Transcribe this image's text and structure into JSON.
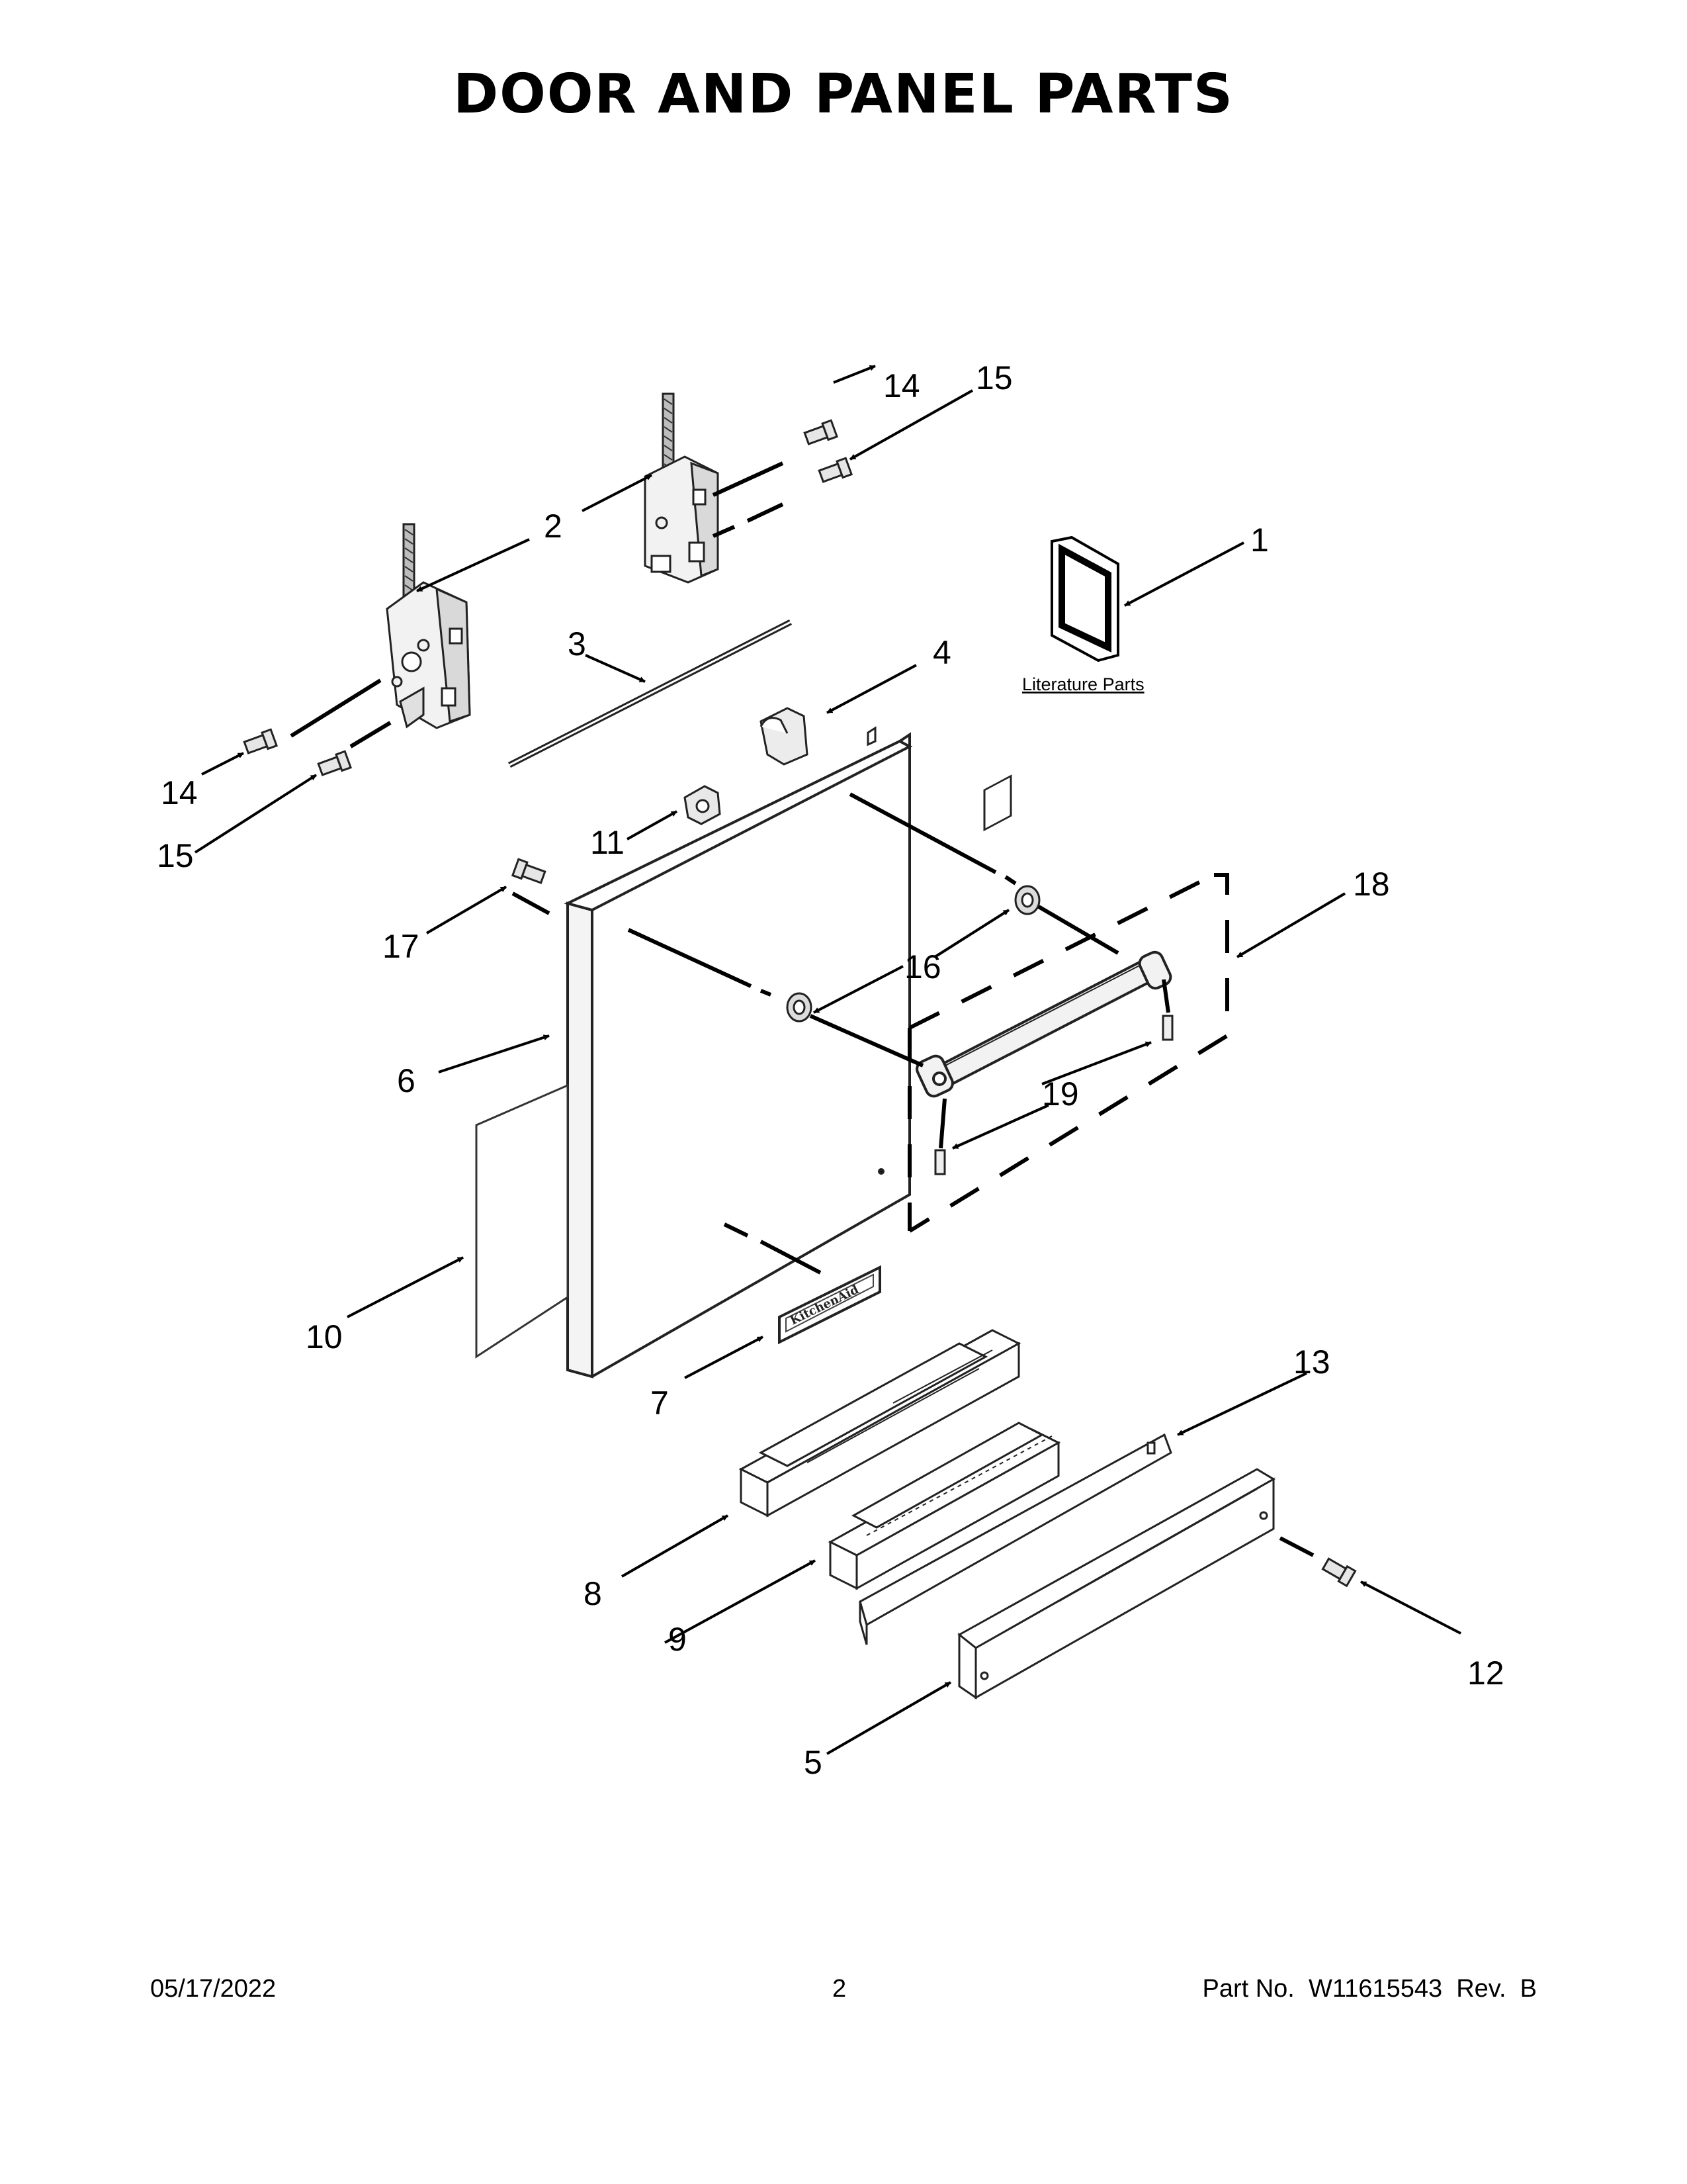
{
  "page": {
    "title": "DOOR AND PANEL PARTS"
  },
  "diagram": {
    "literature_label": "Literature Parts",
    "brand_plate_text": "KitchenAid",
    "callouts": [
      {
        "id": "c1",
        "label": "1"
      },
      {
        "id": "c2",
        "label": "2"
      },
      {
        "id": "c3",
        "label": "3"
      },
      {
        "id": "c4",
        "label": "4"
      },
      {
        "id": "c5",
        "label": "5"
      },
      {
        "id": "c6",
        "label": "6"
      },
      {
        "id": "c7",
        "label": "7"
      },
      {
        "id": "c8",
        "label": "8"
      },
      {
        "id": "c9",
        "label": "9"
      },
      {
        "id": "c10",
        "label": "10"
      },
      {
        "id": "c11",
        "label": "11"
      },
      {
        "id": "c12",
        "label": "12"
      },
      {
        "id": "c13",
        "label": "13"
      },
      {
        "id": "c14a",
        "label": "14"
      },
      {
        "id": "c14b",
        "label": "14"
      },
      {
        "id": "c15a",
        "label": "15"
      },
      {
        "id": "c15b",
        "label": "15"
      },
      {
        "id": "c16",
        "label": "16"
      },
      {
        "id": "c17",
        "label": "17"
      },
      {
        "id": "c18",
        "label": "18"
      },
      {
        "id": "c19",
        "label": "19"
      }
    ]
  },
  "footer": {
    "date": "05/17/2022",
    "page_number": "2",
    "part_number": "Part No.  W11615543  Rev.  B"
  }
}
